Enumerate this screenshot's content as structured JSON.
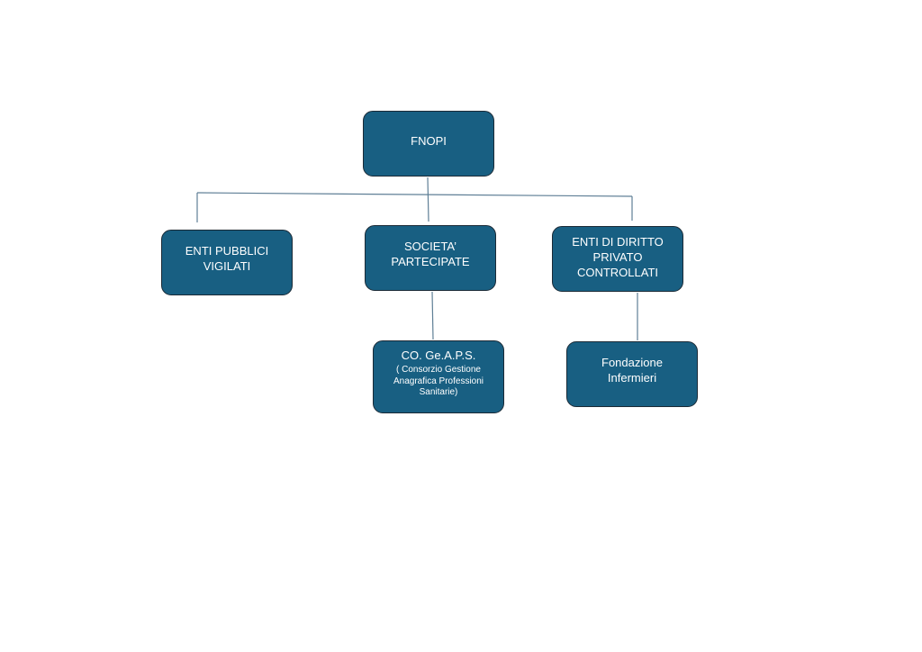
{
  "colors": {
    "node_fill": "#185f82",
    "node_border": "#1b2a36",
    "connector": "#5f7f96",
    "text": "#ffffff"
  },
  "nodes": {
    "root": {
      "lines": [
        "FNOPI"
      ]
    },
    "enti_pubblici": {
      "lines": [
        "ENTI PUBBLICI",
        "VIGILATI"
      ]
    },
    "societa": {
      "lines": [
        "SOCIETA’",
        "PARTECIPATE"
      ]
    },
    "diritto_privato": {
      "lines": [
        "ENTI DI DIRITTO",
        "PRIVATO",
        "CONTROLLATI"
      ]
    },
    "geaps": {
      "title": "CO. Ge.A.P.S.",
      "subtitle": "( Consorzio Gestione Anagrafica Professioni Sanitarie)"
    },
    "fondazione": {
      "lines": [
        "Fondazione",
        "Infermieri"
      ]
    }
  }
}
